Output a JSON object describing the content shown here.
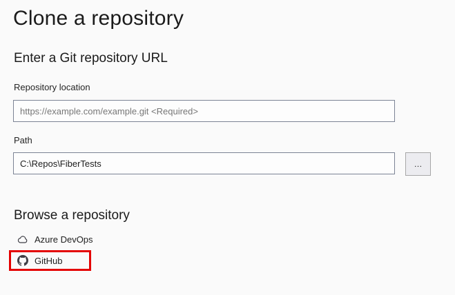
{
  "page": {
    "title": "Clone a repository"
  },
  "url_section": {
    "heading": "Enter a Git repository URL",
    "repository_location": {
      "label": "Repository location",
      "placeholder": "https://example.com/example.git <Required>",
      "value": ""
    },
    "path": {
      "label": "Path",
      "value": "C:\\Repos\\FiberTests"
    },
    "browse_button_label": "…"
  },
  "browse_section": {
    "heading": "Browse a repository",
    "providers": [
      {
        "label": "Azure DevOps",
        "icon": "cloud-icon",
        "highlighted": false
      },
      {
        "label": "GitHub",
        "icon": "github-icon",
        "highlighted": true
      }
    ]
  },
  "annotations": {
    "github_highlight": {
      "shape": "rectangle",
      "color": "#e40000"
    }
  },
  "colors": {
    "background": "#fafafa",
    "text": "#1b1b1b",
    "placeholder_text": "#767676",
    "input_border": "#7b8394",
    "input_background": "#fdfdfd",
    "button_background": "#ececf0",
    "button_border": "#a6a6a6",
    "highlight_red": "#e40000",
    "icon_gray": "#3f3f46"
  }
}
